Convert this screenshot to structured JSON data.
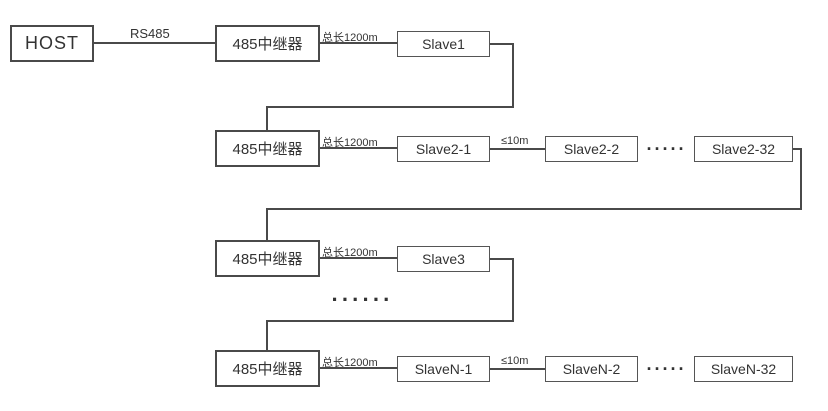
{
  "diagram": {
    "host_label": "HOST",
    "bus_label": "RS485",
    "repeater_label": "485中继器",
    "segment_length_label": "总长1200m",
    "short_link_label": "≤10m",
    "ellipsis_inline": "·····",
    "ellipsis_cascade": "······",
    "line_color": "#4a4a4a",
    "rows": [
      {
        "repeater": "485中继器",
        "slaves": [
          "Slave1"
        ]
      },
      {
        "repeater": "485中继器",
        "slaves": [
          "Slave2-1",
          "Slave2-2",
          "Slave2-32"
        ]
      },
      {
        "repeater": "485中继器",
        "slaves": [
          "Slave3"
        ]
      },
      {
        "repeater": "485中继器",
        "slaves": [
          "SlaveN-1",
          "SlaveN-2",
          "SlaveN-32"
        ]
      }
    ]
  }
}
